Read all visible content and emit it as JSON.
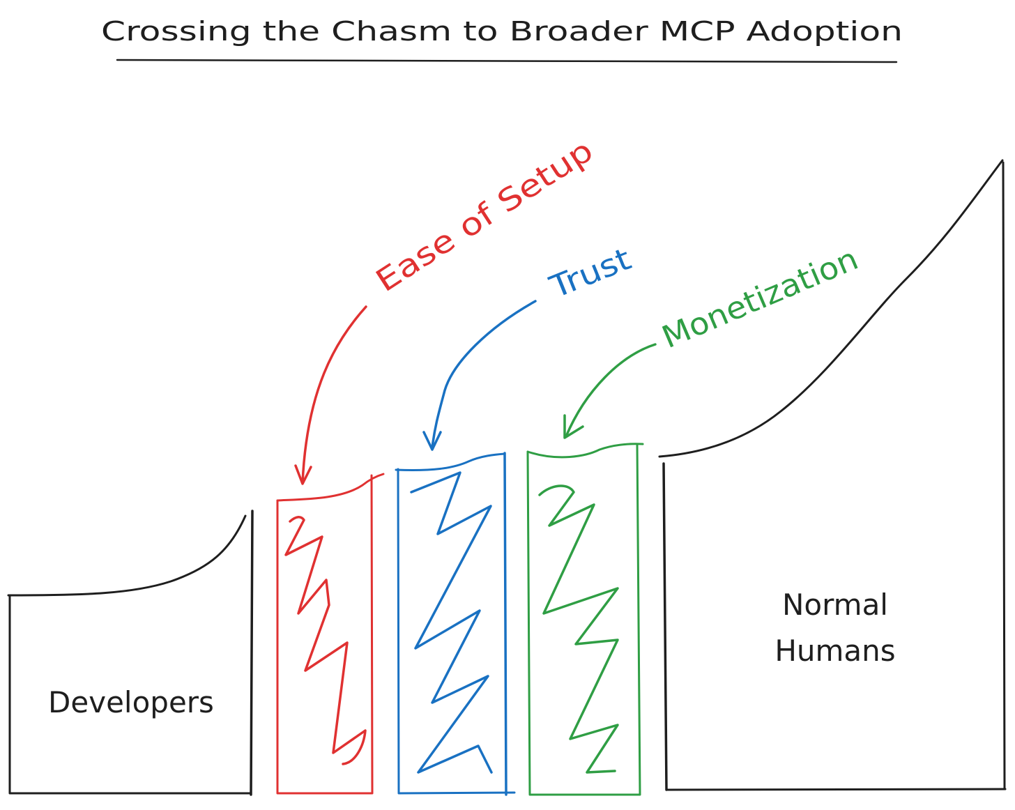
{
  "title": "Crossing the Chasm to Broader MCP Adoption",
  "left_group": {
    "label": "Developers"
  },
  "right_group": {
    "label_line1": "Normal",
    "label_line2": "Humans"
  },
  "barriers": [
    {
      "label": "Ease of Setup",
      "color": "#e03131"
    },
    {
      "label": "Trust",
      "color": "#1971c2"
    },
    {
      "label": "Monetization",
      "color": "#2f9e44"
    }
  ],
  "colors": {
    "ink": "#1e1e1e",
    "background": "#ffffff"
  }
}
